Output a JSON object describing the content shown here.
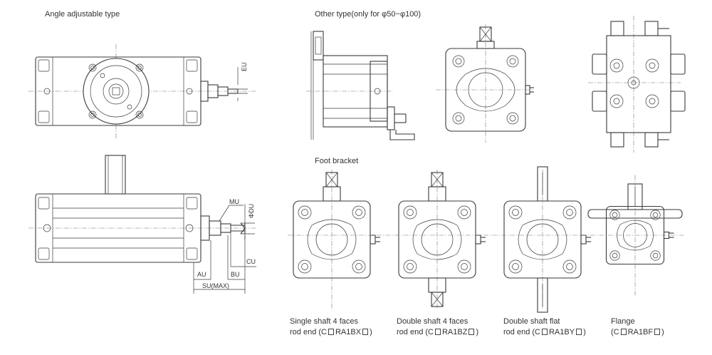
{
  "sections": {
    "angle_adjustable": "Angle adjustable type",
    "other_type": "Other type(only for φ50~φ100)",
    "foot_bracket": "Foot bracket"
  },
  "dimensions": {
    "eu": "EU",
    "mu": "MU",
    "du": "ΦDU",
    "cu": "CU",
    "au": "AU",
    "bu": "BU",
    "su_max": "SU(MAX)"
  },
  "variants": [
    {
      "line1": "Single shaft 4 faces",
      "line2_pre": "rod end (C",
      "line2_mid": "RA1BX",
      "line2_post": ")"
    },
    {
      "line1": "Double shaft 4 faces",
      "line2_pre": "rod end (C",
      "line2_mid": "RA1BZ",
      "line2_post": ")"
    },
    {
      "line1": "Double shaft flat",
      "line2_pre": "rod end (C",
      "line2_mid": "RA1BY",
      "line2_post": ")"
    },
    {
      "line1": "Flange",
      "line2_pre": "(C",
      "line2_mid": "RA1BF",
      "line2_post": ")"
    }
  ]
}
